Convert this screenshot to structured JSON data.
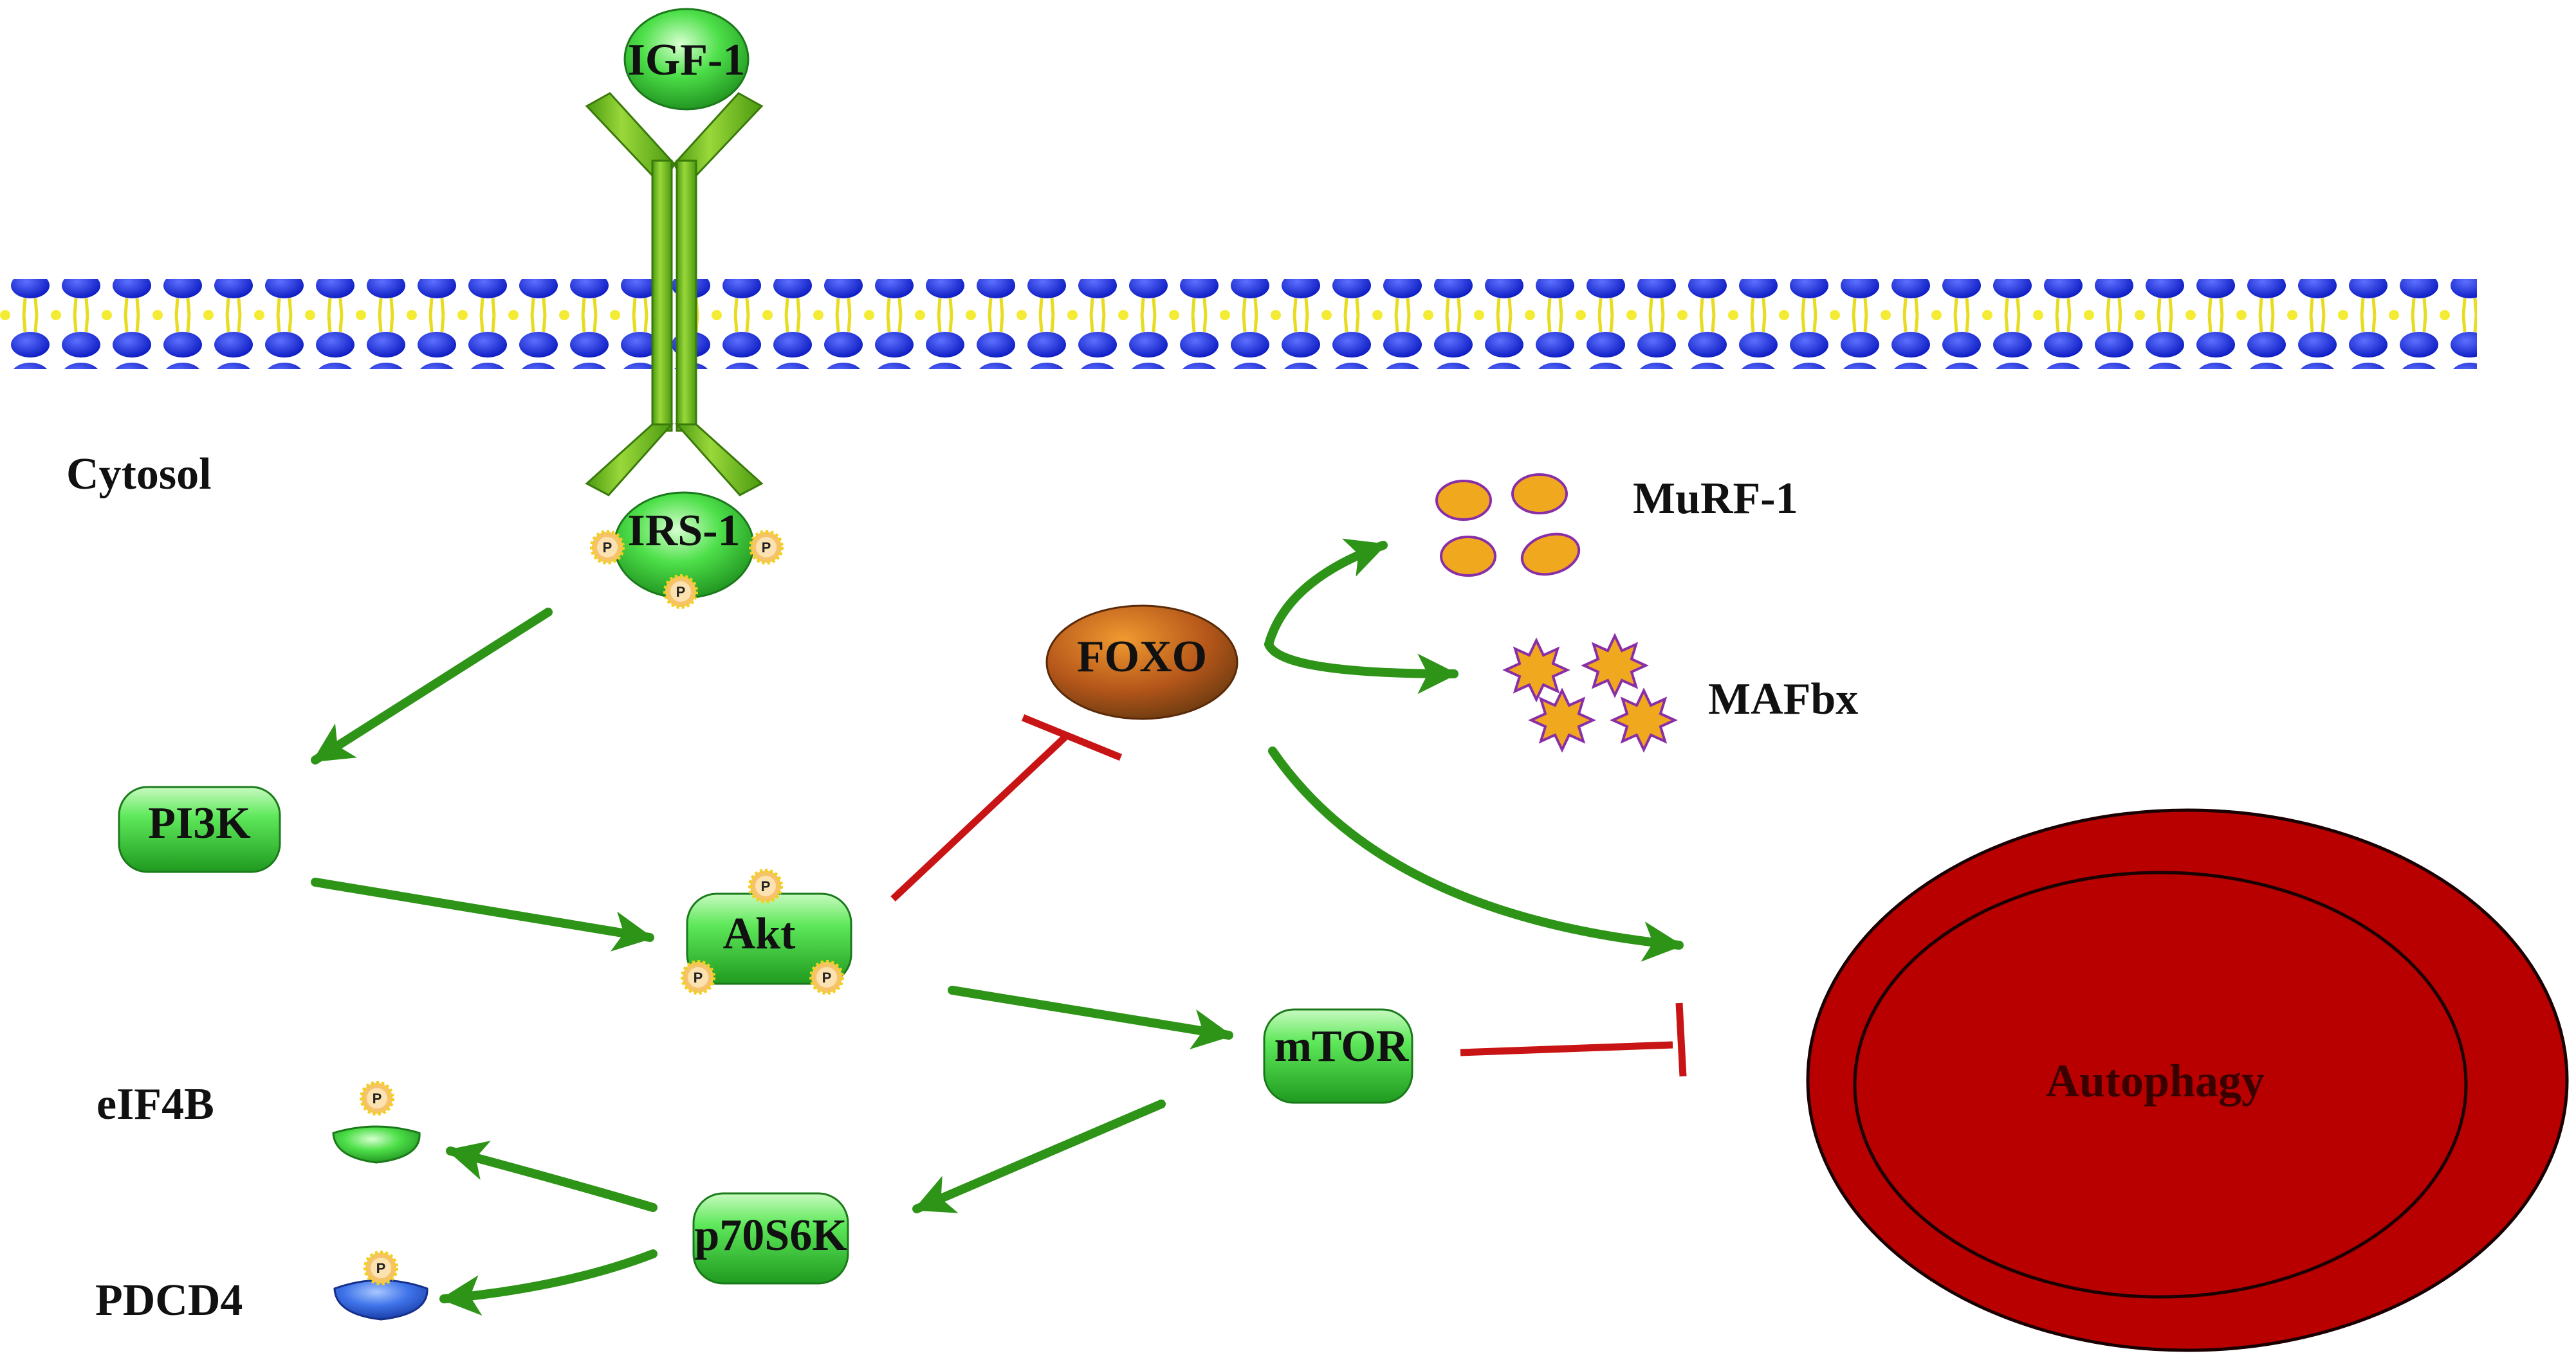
{
  "labels": {
    "igf1": "IGF-1",
    "irs1": "IRS-1",
    "cytosol": "Cytosol",
    "pi3k": "PI3K",
    "akt": "Akt",
    "foxo": "FOXO",
    "murf1": "MuRF-1",
    "mafbx": "MAFbx",
    "mtor": "mTOR",
    "p70s6k": "p70S6K",
    "eif4b": "eIF4B",
    "pdcd4": "PDCD4",
    "autophagy": "Autophagy",
    "phospho": "P"
  },
  "colors": {
    "activation_arrow": "#2e9418",
    "inhibition_line": "#c81414",
    "membrane_head": "#1428e6",
    "membrane_tail": "#f2e830",
    "protein_green": "#3cd23c",
    "foxo": "#b4561a",
    "murf1": "#f0a81e",
    "mafbx": "#f0a81e",
    "pdcd4": "#2f64e0",
    "autophagy": "#b80000"
  },
  "icons": {
    "phospho": "phosphate-group-icon",
    "receptor": "igf1-receptor-icon",
    "membrane": "lipid-bilayer-icon"
  }
}
